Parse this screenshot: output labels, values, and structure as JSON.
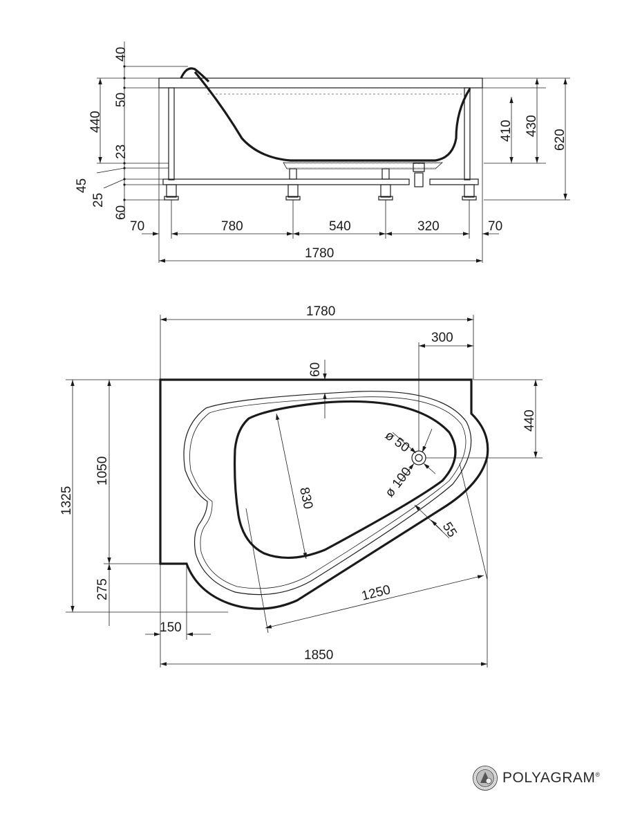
{
  "side_view": {
    "dims": {
      "d40": "40",
      "d50": "50",
      "d440": "440",
      "d23": "23",
      "d45": "45",
      "d25": "25",
      "d60": "60",
      "d410": "410",
      "d430": "430",
      "d620": "620",
      "d70a": "70",
      "d780": "780",
      "d540": "540",
      "d320": "320",
      "d70b": "70",
      "d1780": "1780"
    }
  },
  "top_view": {
    "dims": {
      "d1780": "1780",
      "d300": "300",
      "d60": "60",
      "d440": "440",
      "d1050": "1050",
      "d1325": "1325",
      "d275": "275",
      "d150": "150",
      "d1850": "1850",
      "d830": "830",
      "d1250": "1250",
      "d55": "55",
      "dia50": "ø 50",
      "dia100": "ø 100"
    }
  },
  "brand": {
    "name": "POLYAGRAM",
    "mark": "®",
    "logo": "quality-seal-logo"
  }
}
